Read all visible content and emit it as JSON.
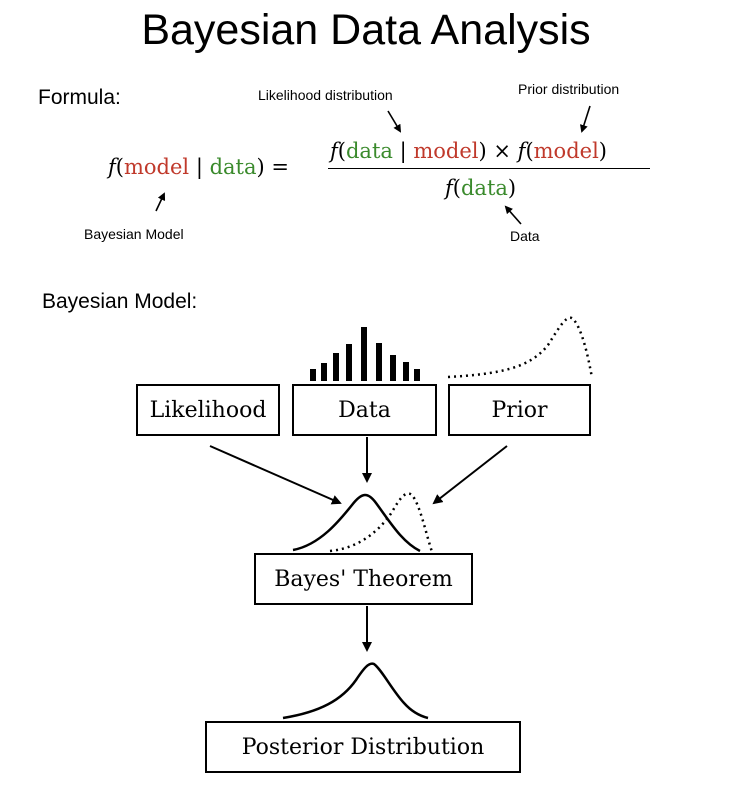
{
  "header": {
    "title": "Bayesian Data Analysis"
  },
  "formula": {
    "section_label": "Formula:",
    "annotations": {
      "likelihood": "Likelihood distribution",
      "prior": "Prior distribution",
      "bayesian_model": "Bayesian Model",
      "data": "Data"
    },
    "equation": {
      "f": "f",
      "open": "(",
      "close": ")",
      "bar": " | ",
      "equals": " = ",
      "times": " × ",
      "model": "model",
      "data": "data"
    }
  },
  "model": {
    "section_label": "Bayesian Model:",
    "boxes": {
      "likelihood": "Likelihood",
      "data": "Data",
      "prior": "Prior",
      "bayes": "Bayes' Theorem",
      "posterior": "Posterior Distribution"
    }
  },
  "colors": {
    "model_term": "#c0392b",
    "data_term": "#3a8a2c",
    "line": "#000000"
  },
  "icons": {
    "data_glyph": "bar-histogram",
    "prior_glyph": "dotted-curve",
    "combine_glyph": "solid-and-dotted-curves",
    "posterior_glyph": "peaked-curve"
  }
}
